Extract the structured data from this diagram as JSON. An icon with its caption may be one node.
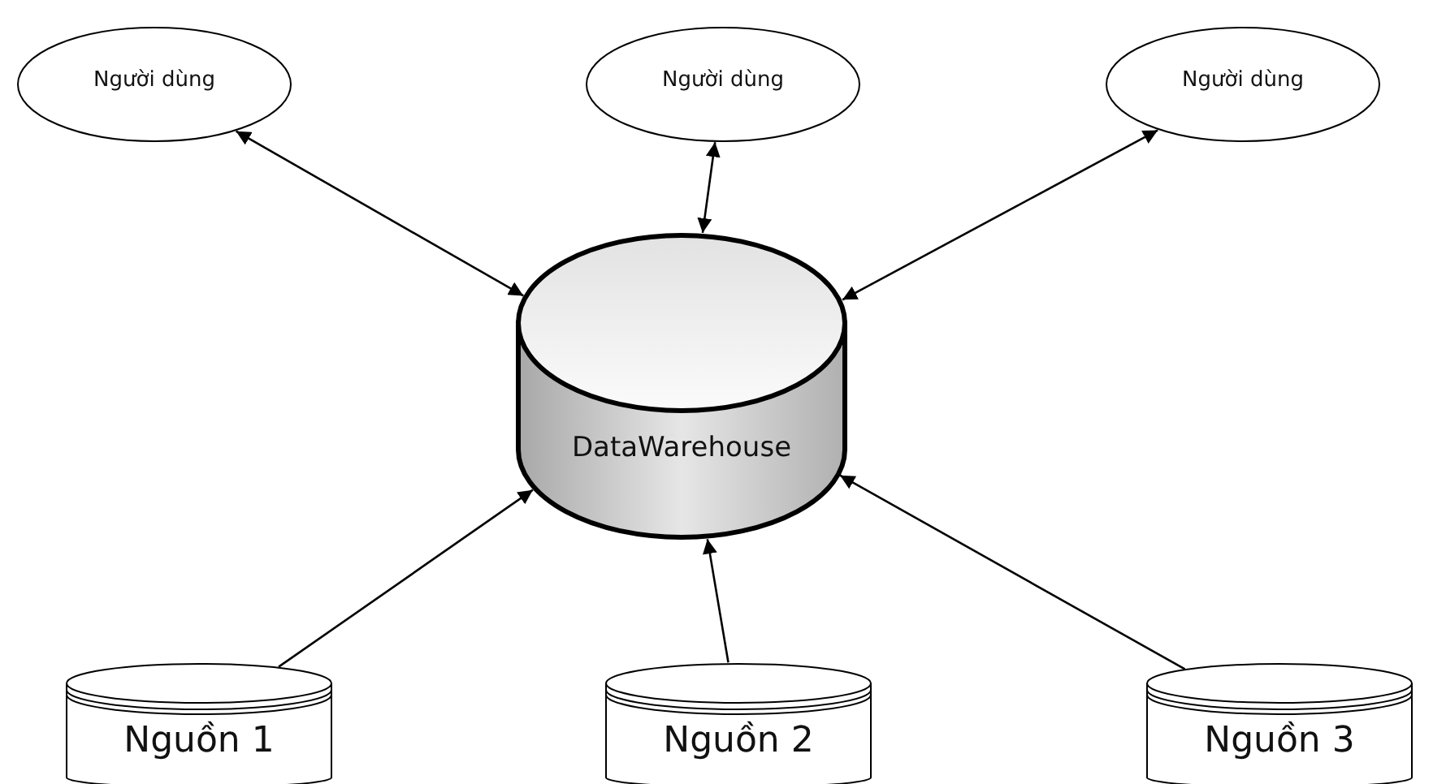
{
  "diagram": {
    "nodes": [
      {
        "text": [
          "Người dùng"
        ]
      },
      {
        "text": [
          "Người dùng"
        ]
      },
      {
        "text": [
          "Người dùng"
        ]
      },
      {
        "text": [
          "DataWarehouse"
        ]
      },
      {
        "text": [
          "Nguồn 1"
        ]
      },
      {
        "text": [
          "Nguồn 2"
        ]
      },
      {
        "text": [
          "Nguồn 3"
        ]
      }
    ],
    "edges": [
      {
        "from": 0,
        "to": 3,
        "arrow": "both"
      },
      {
        "from": 1,
        "to": 3,
        "arrow": "both"
      },
      {
        "from": 2,
        "to": 3,
        "arrow": "both"
      },
      {
        "from": 4,
        "to": 3,
        "arrow": "to"
      },
      {
        "from": 5,
        "to": 3,
        "arrow": "to"
      },
      {
        "from": 6,
        "to": 3,
        "arrow": "to"
      }
    ]
  }
}
